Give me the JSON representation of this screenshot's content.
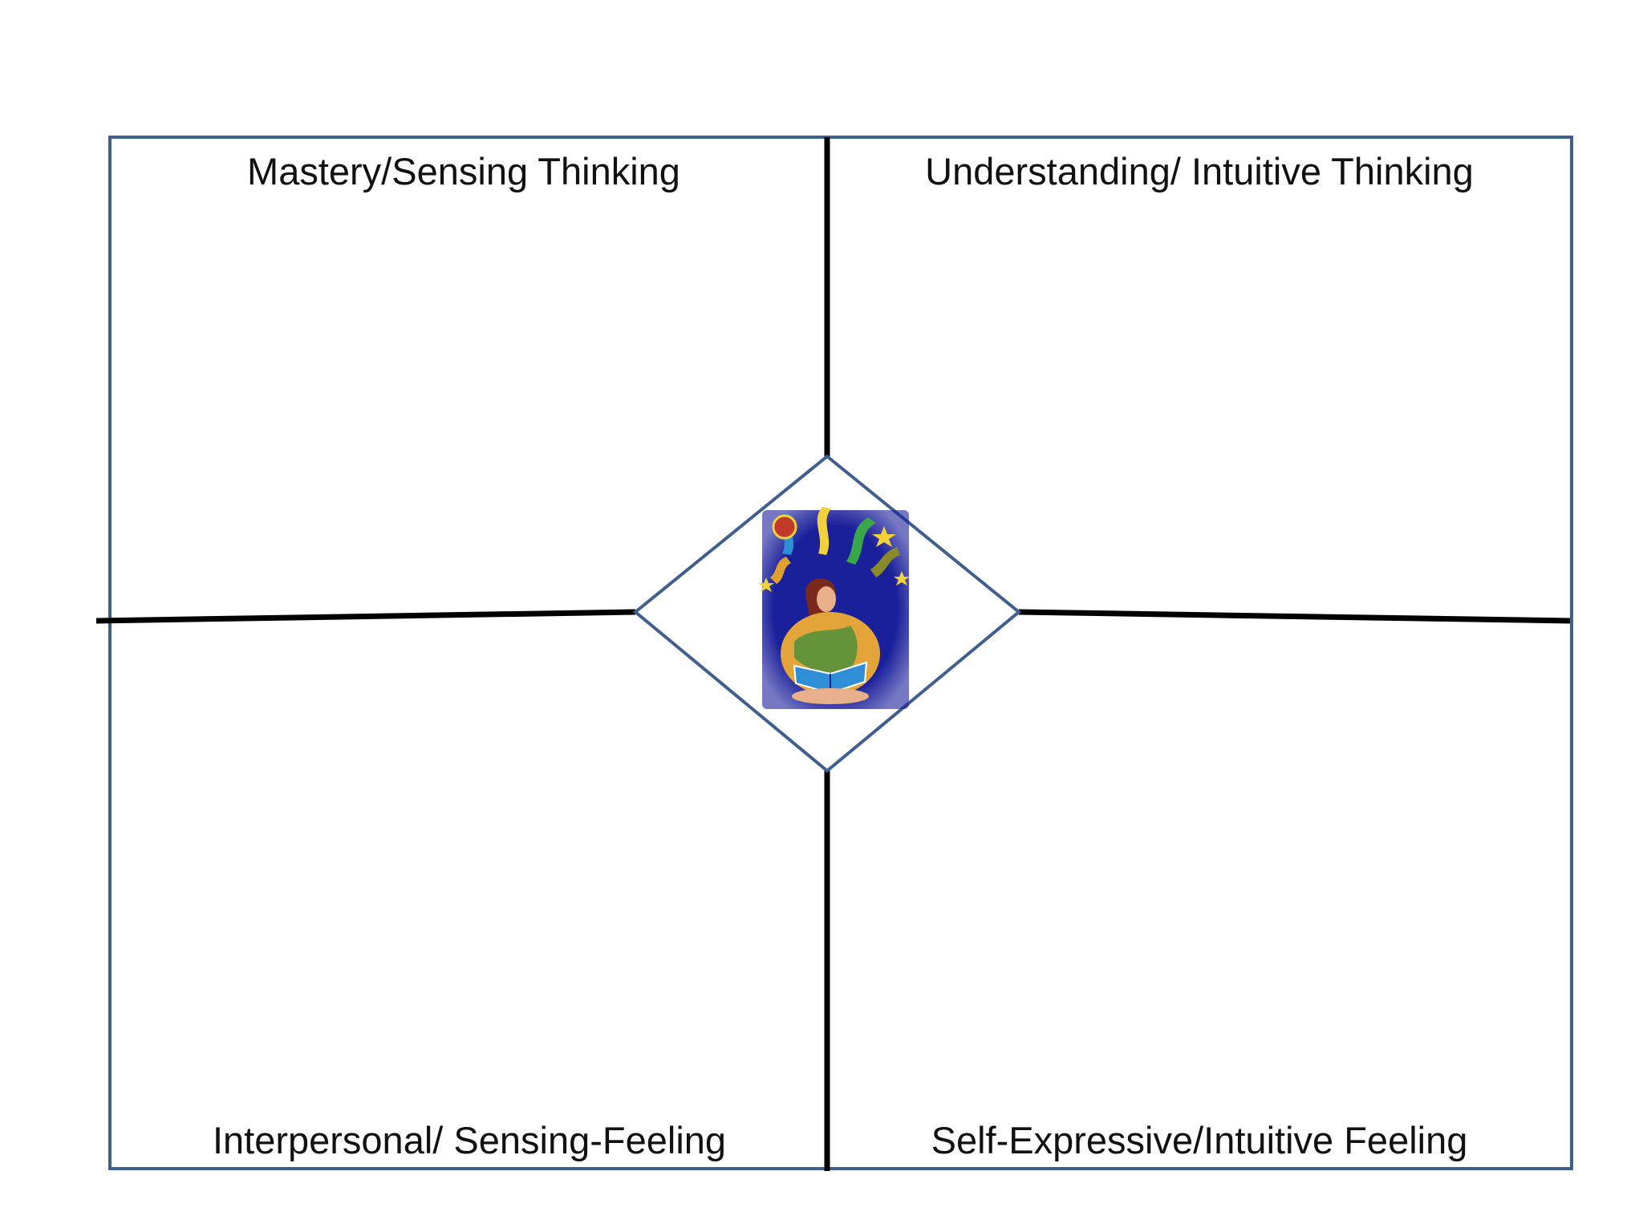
{
  "diagram": {
    "quadrants": {
      "top_left": "Mastery/Sensing Thinking",
      "top_right": "Understanding/ Intuitive Thinking",
      "bottom_left": "Interpersonal/ Sensing-Feeling",
      "bottom_right": "Self-Expressive/Intuitive Feeling"
    },
    "center_image": "reading-figure-illustration",
    "colors": {
      "frame": "#3f5f8f",
      "dividers": "#000000",
      "image_background": "#1a1f9a"
    }
  }
}
